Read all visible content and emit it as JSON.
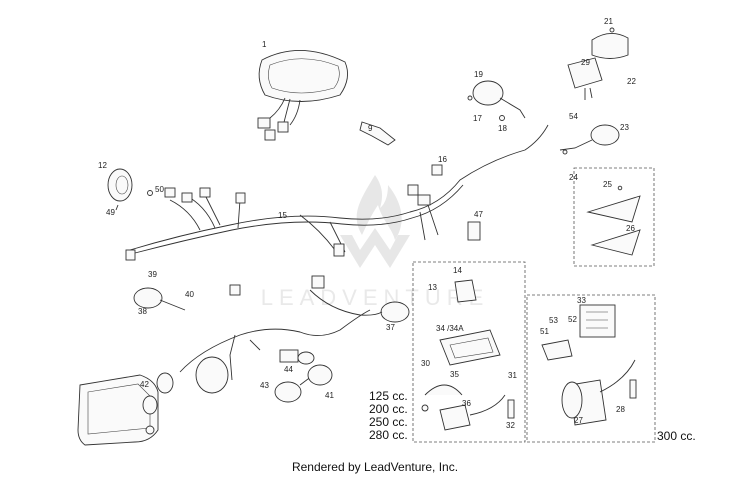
{
  "watermark": {
    "text": "LEADVENTURE"
  },
  "callouts": [
    "1",
    "9",
    "12",
    "15",
    "16",
    "17",
    "18",
    "19",
    "21",
    "22",
    "23",
    "24",
    "25",
    "26",
    "29",
    "27",
    "28",
    "30",
    "31",
    "32",
    "33",
    "35",
    "36",
    "37",
    "38",
    "39",
    "40",
    "41",
    "42",
    "43",
    "44",
    "47",
    "49",
    "50",
    "51",
    "52",
    "53",
    "54",
    "13",
    "14",
    "34 /34A"
  ],
  "engine_labels": {
    "left": [
      "125 cc.",
      "200 cc.",
      "250 cc.",
      "280 cc."
    ],
    "right": "300 cc."
  },
  "footer": {
    "text": "Rendered by LeadVenture, Inc."
  }
}
